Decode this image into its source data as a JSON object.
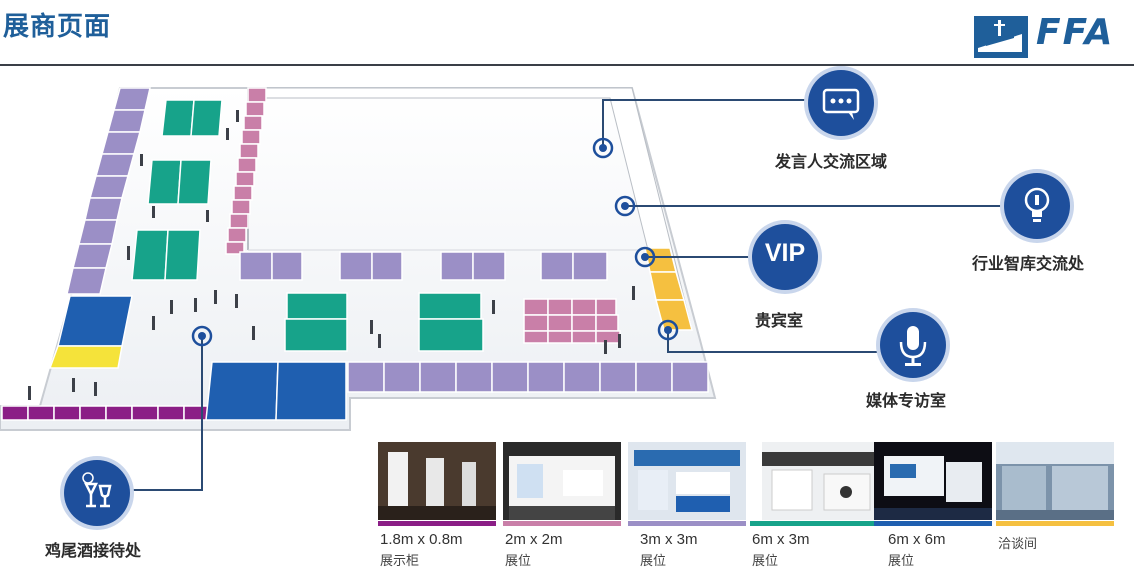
{
  "header": {
    "title": "展商页面",
    "logo_text": "FFA"
  },
  "zones": {
    "speaker": "发言人交流区域",
    "think_tank": "行业智库交流处",
    "vip_badge": "VIP",
    "vip": "贵宾室",
    "media": "媒体专访室",
    "cocktail": "鸡尾酒接待处"
  },
  "legend": [
    {
      "size": "1.8m x 0.8m",
      "type": "展示柜",
      "color": "#8b1e86"
    },
    {
      "size": "2m x 2m",
      "type": "展位",
      "color": "#c97fa8"
    },
    {
      "size": "3m x 3m",
      "type": "展位",
      "color": "#9b8fc6"
    },
    {
      "size": "6m x 3m",
      "type": "展位",
      "color": "#17a38a"
    },
    {
      "size": "6m x 6m",
      "type": "展位",
      "color": "#1f5fb0"
    },
    {
      "size": "",
      "type": "洽谈间",
      "color": "#f5c040"
    }
  ]
}
